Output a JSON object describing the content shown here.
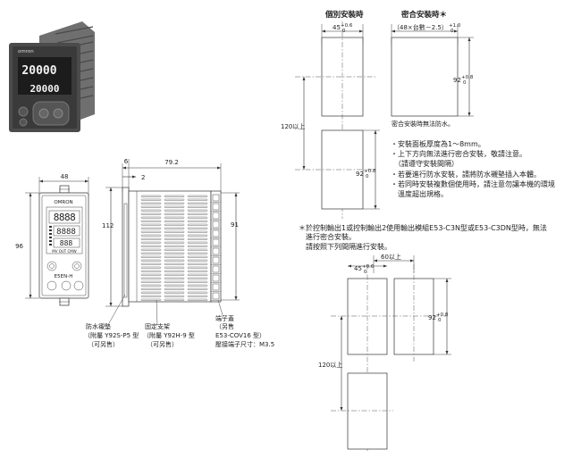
{
  "photo": {
    "brand": "omron",
    "display_pv": "20000",
    "display_sv": "20000"
  },
  "front_view": {
    "width_label": "48",
    "height_label": "96",
    "brand": "OMRON",
    "model": "E5EN-H",
    "small_labels": [
      "PV",
      "SV",
      "MV",
      "OUT"
    ]
  },
  "side_view": {
    "depth_label": "79.2",
    "label_6": "6",
    "label_2": "2",
    "height_label": "112",
    "inner_height_label": "91"
  },
  "callouts": {
    "gasket": [
      "防水襯墊",
      "（附屬 Y92S-P5 型",
      "（可另售）"
    ],
    "bracket": [
      "固定支架",
      "（附屬 Y92H-9 型",
      "（可另售）"
    ],
    "terminal_cover": [
      "端子蓋",
      "（另售",
      "E53-COV16 型）"
    ],
    "screw": "壓接端子尺寸：M3.5"
  },
  "panel_cutout": {
    "individual_title": "個別安裝時",
    "group_title": "密合安裝時＊",
    "individual_width": "45",
    "group_width": "（48×台數－2.5）",
    "height_label": "92",
    "tol_plus_06": "+0.6",
    "tol_plus_10": "+1.0",
    "tol_plus_08": "+0.8",
    "tol_zero": "0",
    "gap_label": "120以上",
    "group_note": "密合安裝時無法防水。",
    "notes": [
      "・安裝面板厚度為1～8mm。",
      "・上下方向無法進行密合安裝，敬請注意。",
      "　（請遵守安裝間隔）",
      "・若要進行防水安裝，請將防水襯墊插入本體。",
      "・若同時安裝複數個使用時，請注意勿讓本機的環境",
      "　溫度超出規格。"
    ],
    "warning": [
      "＊於控制輸出1或控制輸出2使用輸出模組E53-C3N型或E53-C3DN型時，無法",
      "　進行密合安裝。",
      "　請按照下列間隔進行安裝。"
    ],
    "spacing_label": "60以上",
    "spacing_width": "45",
    "spacing_height": "92",
    "spacing_gap": "120以上"
  }
}
